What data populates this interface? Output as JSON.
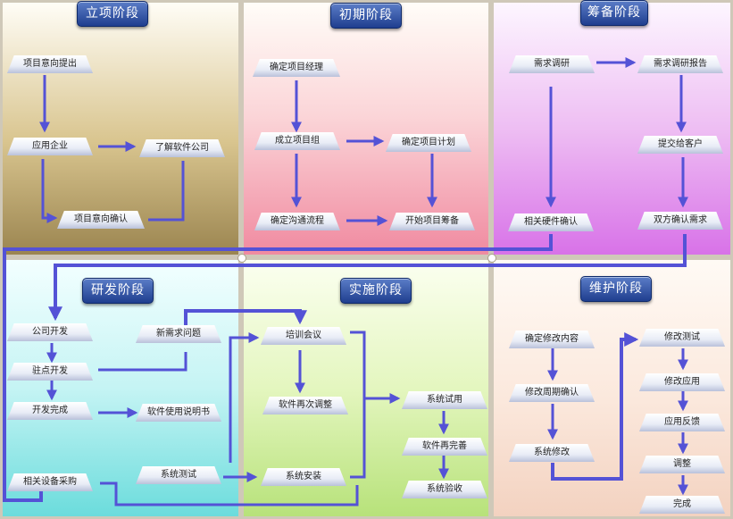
{
  "phases": {
    "lixiang": "立项阶段",
    "chuqi": "初期阶段",
    "choubei": "筹备阶段",
    "yanfa": "研发阶段",
    "shishi": "实施阶段",
    "weihu": "维护阶段"
  },
  "lixiang": {
    "project_proposal": "项目意向提出",
    "apply_enterprise": "应用企业",
    "learn_software_company": "了解软件公司",
    "project_confirm": "项目意向确认"
  },
  "chuqi": {
    "assign_manager": "确定项目经理",
    "form_team": "成立项目组",
    "set_plan": "确定项目计划",
    "set_communication": "确定沟通流程",
    "start_preparation": "开始项目筹备"
  },
  "choubei": {
    "needs_research": "需求调研",
    "research_report": "需求调研报告",
    "hardware_confirm": "相关硬件确认",
    "submit_client": "提交给客户",
    "mutual_confirm": "双方确认需求"
  },
  "yanfa": {
    "company_dev": "公司开发",
    "new_requirements": "新需求问题",
    "onsite_dev": "驻点开发",
    "dev_complete": "开发完成",
    "user_manual": "软件使用说明书",
    "equipment_purchase": "相关设备采购",
    "system_test": "系统测试"
  },
  "shishi": {
    "training": "培训会议",
    "readjust": "软件再次调整",
    "install": "系统安装",
    "trial_run": "系统试用",
    "improve": "软件再完善",
    "acceptance": "系统验收"
  },
  "weihu": {
    "modify_content": "确定修改内容",
    "modify_schedule": "修改周期确认",
    "system_modify": "系统修改",
    "modify_test": "修改测试",
    "modify_apply": "修改应用",
    "feedback": "应用反馈",
    "adjust": "调整",
    "complete": "完成"
  }
}
